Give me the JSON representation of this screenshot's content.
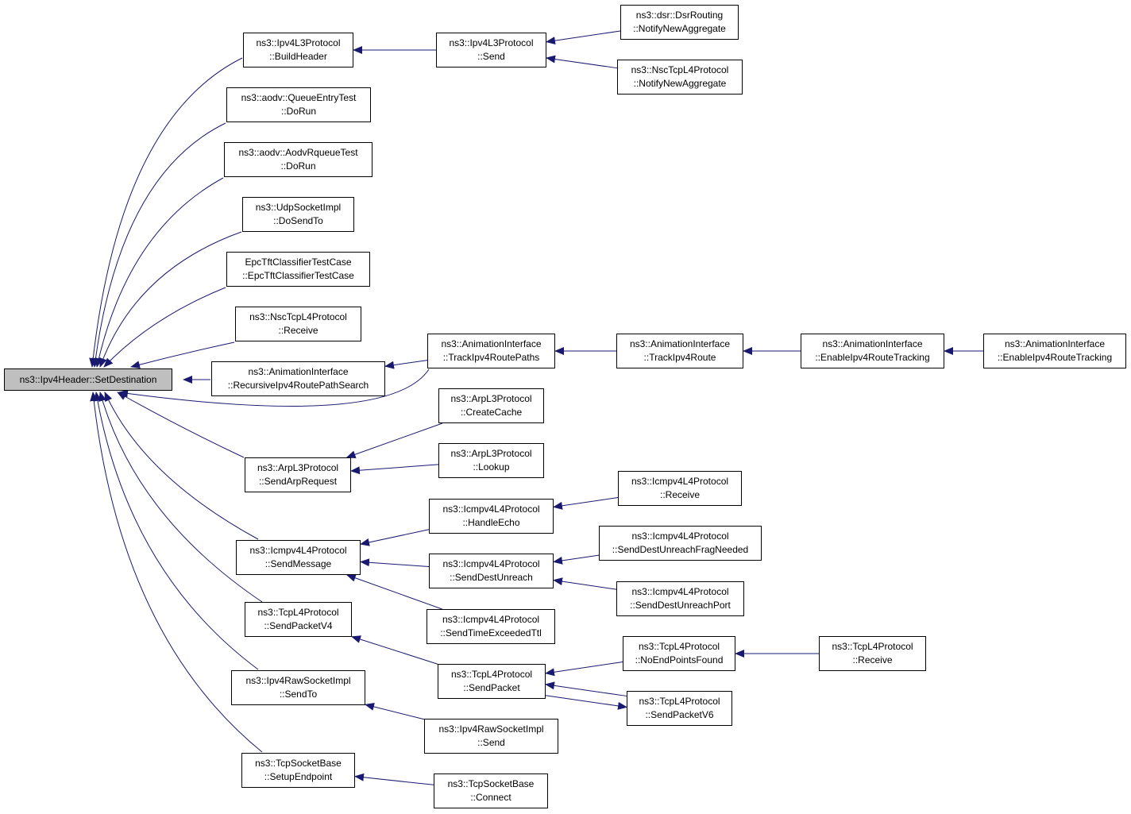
{
  "graph": {
    "arrow_color": "#191970",
    "root_fill": "#bfbfbf",
    "nodes": {
      "root": {
        "lines": [
          "ns3::Ipv4Header::SetDestination"
        ]
      },
      "buildheader": {
        "lines": [
          "ns3::Ipv4L3Protocol",
          "::BuildHeader"
        ]
      },
      "queueentry": {
        "lines": [
          "ns3::aodv::QueueEntryTest",
          "::DoRun"
        ]
      },
      "aodvrqueue": {
        "lines": [
          "ns3::aodv::AodvRqueueTest",
          "::DoRun"
        ]
      },
      "udpdosendto": {
        "lines": [
          "ns3::UdpSocketImpl",
          "::DoSendTo"
        ]
      },
      "epctft": {
        "lines": [
          "EpcTftClassifierTestCase",
          "::EpcTftClassifierTestCase"
        ]
      },
      "nscreceive": {
        "lines": [
          "ns3::NscTcpL4Protocol",
          "::Receive"
        ]
      },
      "recursive": {
        "lines": [
          "ns3::AnimationInterface",
          "::RecursiveIpv4RoutePathSearch"
        ]
      },
      "sendarp": {
        "lines": [
          "ns3::ArpL3Protocol",
          "::SendArpRequest"
        ]
      },
      "sendmessage": {
        "lines": [
          "ns3::Icmpv4L4Protocol",
          "::SendMessage"
        ]
      },
      "sendpacketv4": {
        "lines": [
          "ns3::TcpL4Protocol",
          "::SendPacketV4"
        ]
      },
      "rawsendto": {
        "lines": [
          "ns3::Ipv4RawSocketImpl",
          "::SendTo"
        ]
      },
      "setupendpoint": {
        "lines": [
          "ns3::TcpSocketBase",
          "::SetupEndpoint"
        ]
      },
      "ipv4send": {
        "lines": [
          "ns3::Ipv4L3Protocol",
          "::Send"
        ]
      },
      "dsrnotify": {
        "lines": [
          "ns3::dsr::DsrRouting",
          "::NotifyNewAggregate"
        ]
      },
      "nscnotify": {
        "lines": [
          "ns3::NscTcpL4Protocol",
          "::NotifyNewAggregate"
        ]
      },
      "trackpaths": {
        "lines": [
          "ns3::AnimationInterface",
          "::TrackIpv4RoutePaths"
        ]
      },
      "trackroute": {
        "lines": [
          "ns3::AnimationInterface",
          "::TrackIpv4Route"
        ]
      },
      "enabletrack1": {
        "lines": [
          "ns3::AnimationInterface",
          "::EnableIpv4RouteTracking"
        ]
      },
      "enabletrack2": {
        "lines": [
          "ns3::AnimationInterface",
          "::EnableIpv4RouteTracking"
        ]
      },
      "createcache": {
        "lines": [
          "ns3::ArpL3Protocol",
          "::CreateCache"
        ]
      },
      "lookup": {
        "lines": [
          "ns3::ArpL3Protocol",
          "::Lookup"
        ]
      },
      "handleecho": {
        "lines": [
          "ns3::Icmpv4L4Protocol",
          "::HandleEcho"
        ]
      },
      "icmpreceive": {
        "lines": [
          "ns3::Icmpv4L4Protocol",
          "::Receive"
        ]
      },
      "destunreach": {
        "lines": [
          "ns3::Icmpv4L4Protocol",
          "::SendDestUnreach"
        ]
      },
      "fragneeded": {
        "lines": [
          "ns3::Icmpv4L4Protocol",
          "::SendDestUnreachFragNeeded"
        ]
      },
      "unreachport": {
        "lines": [
          "ns3::Icmpv4L4Protocol",
          "::SendDestUnreachPort"
        ]
      },
      "timeexceeded": {
        "lines": [
          "ns3::Icmpv4L4Protocol",
          "::SendTimeExceededTtl"
        ]
      },
      "sendpacket": {
        "lines": [
          "ns3::TcpL4Protocol",
          "::SendPacket"
        ]
      },
      "noendpoints": {
        "lines": [
          "ns3::TcpL4Protocol",
          "::NoEndPointsFound"
        ]
      },
      "tcpreceive": {
        "lines": [
          "ns3::TcpL4Protocol",
          "::Receive"
        ]
      },
      "sendpacketv6": {
        "lines": [
          "ns3::TcpL4Protocol",
          "::SendPacketV6"
        ]
      },
      "rawsend": {
        "lines": [
          "ns3::Ipv4RawSocketImpl",
          "::Send"
        ]
      },
      "connect": {
        "lines": [
          "ns3::TcpSocketBase",
          "::Connect"
        ]
      }
    },
    "edges": [
      [
        "buildheader",
        "root"
      ],
      [
        "queueentry",
        "root"
      ],
      [
        "aodvrqueue",
        "root"
      ],
      [
        "udpdosendto",
        "root"
      ],
      [
        "epctft",
        "root"
      ],
      [
        "nscreceive",
        "root"
      ],
      [
        "recursive",
        "root"
      ],
      [
        "trackpaths",
        "root"
      ],
      [
        "sendarp",
        "root"
      ],
      [
        "sendmessage",
        "root"
      ],
      [
        "sendpacketv4",
        "root"
      ],
      [
        "rawsendto",
        "root"
      ],
      [
        "setupendpoint",
        "root"
      ],
      [
        "ipv4send",
        "buildheader"
      ],
      [
        "dsrnotify",
        "ipv4send"
      ],
      [
        "nscnotify",
        "ipv4send"
      ],
      [
        "trackpaths",
        "recursive"
      ],
      [
        "trackroute",
        "trackpaths"
      ],
      [
        "enabletrack1",
        "trackroute"
      ],
      [
        "enabletrack2",
        "enabletrack1"
      ],
      [
        "createcache",
        "sendarp"
      ],
      [
        "lookup",
        "sendarp"
      ],
      [
        "handleecho",
        "sendmessage"
      ],
      [
        "destunreach",
        "sendmessage"
      ],
      [
        "timeexceeded",
        "sendmessage"
      ],
      [
        "icmpreceive",
        "handleecho"
      ],
      [
        "fragneeded",
        "destunreach"
      ],
      [
        "unreachport",
        "destunreach"
      ],
      [
        "sendpacket",
        "sendpacketv4"
      ],
      [
        "noendpoints",
        "sendpacket"
      ],
      [
        "sendpacketv6",
        "sendpacket"
      ],
      [
        "sendpacket",
        "sendpacketv6"
      ],
      [
        "tcpreceive",
        "noendpoints"
      ],
      [
        "rawsend",
        "rawsendto"
      ],
      [
        "connect",
        "setupendpoint"
      ]
    ]
  }
}
